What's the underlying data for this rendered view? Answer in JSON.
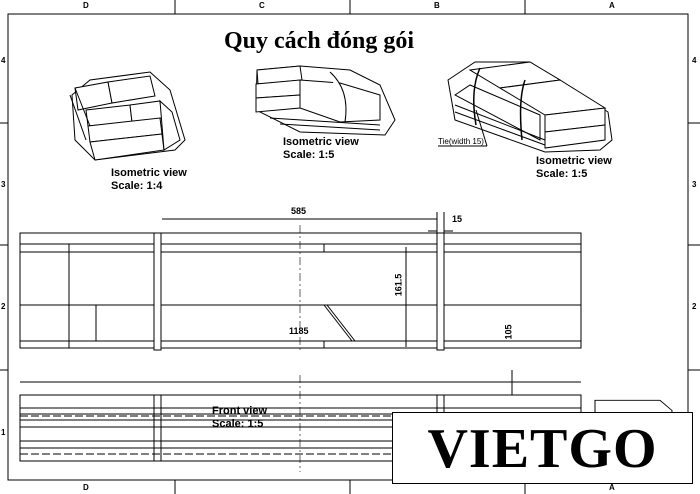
{
  "title": "Quy cách đóng gói",
  "zones": {
    "columns": [
      "D",
      "C",
      "B",
      "A"
    ],
    "rows": [
      "4",
      "3",
      "2",
      "1"
    ]
  },
  "views": {
    "iso_left": {
      "label": "Isometric view",
      "scale": "Scale:  1:4"
    },
    "iso_middle": {
      "label": "Isometric view",
      "scale": "Scale:  1:5"
    },
    "iso_right": {
      "label": "Isometric view",
      "scale": "Scale:  1:5",
      "annotation": "Tie(width 15)"
    },
    "front": {
      "label": "Front view",
      "scale": "Scale:  1:5"
    }
  },
  "dimensions": {
    "tie_spacing": "585",
    "tie_width": "15",
    "height": "161.5",
    "length": "1185",
    "offset": "105"
  },
  "logo": "VIETGO"
}
